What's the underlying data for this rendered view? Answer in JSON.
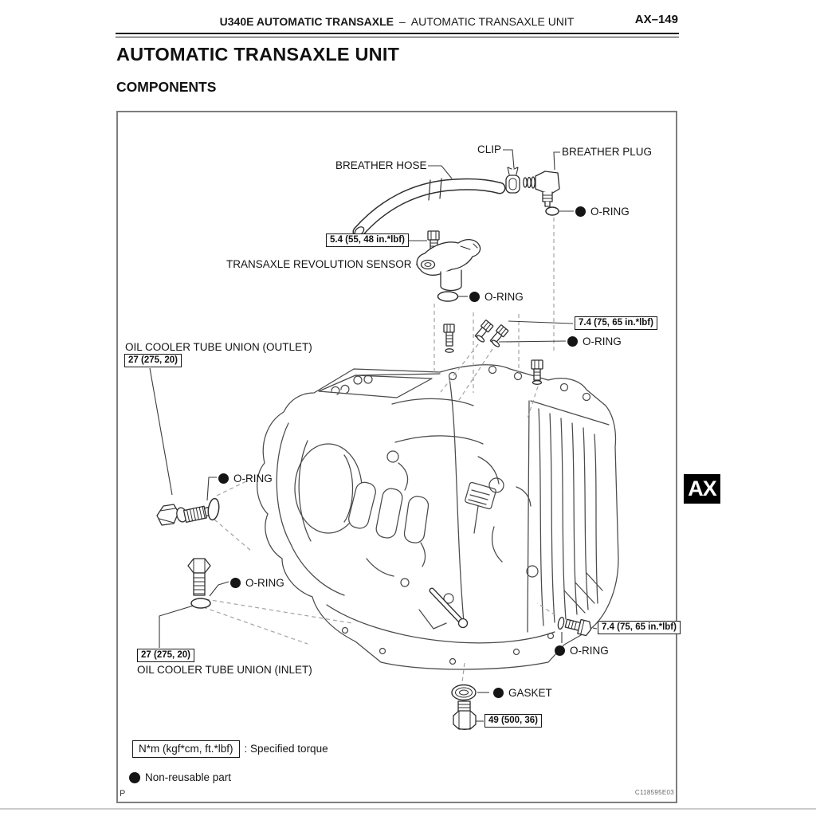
{
  "page": {
    "header": {
      "manual_section": "U340E AUTOMATIC TRANSAXLE",
      "separator": "–",
      "chapter": "AUTOMATIC TRANSAXLE UNIT",
      "page_code": "AX–149"
    },
    "title": "AUTOMATIC TRANSAXLE UNIT",
    "subtitle": "COMPONENTS",
    "side_tab": "AX",
    "printer_mark": "P",
    "figure_code": "C118595E03"
  },
  "diagram": {
    "labels": {
      "clip": "CLIP",
      "breather_plug": "BREATHER PLUG",
      "breather_hose": "BREATHER HOSE",
      "o_ring": "O-RING",
      "transaxle_revolution_sensor": "TRANSAXLE REVOLUTION SENSOR",
      "oil_cooler_outlet": "OIL COOLER TUBE UNION (OUTLET)",
      "oil_cooler_inlet": "OIL COOLER TUBE UNION (INLET)",
      "gasket": "GASKET"
    },
    "torques": {
      "t_5_4": "5.4 (55, 48 in.*lbf)",
      "t_7_4": "7.4 (75, 65 in.*lbf)",
      "t_27": "27 (275, 20)",
      "t_49": "49 (500, 36)"
    },
    "legend": {
      "unit_box": "N*m (kgf*cm, ft.*lbf)",
      "unit_caption": ": Specified torque",
      "non_reusable": "Non-reusable part"
    }
  }
}
